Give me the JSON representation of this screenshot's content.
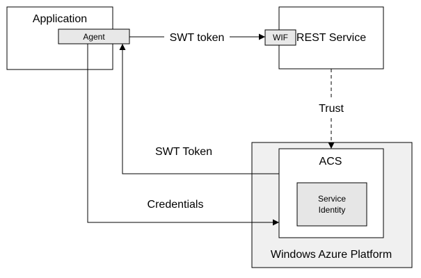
{
  "nodes": {
    "application": {
      "label": "Application"
    },
    "agent": {
      "label": "Agent"
    },
    "rest_service": {
      "label": "REST Service"
    },
    "wif": {
      "label": "WIF"
    },
    "azure_platform": {
      "label": "Windows Azure Platform"
    },
    "acs": {
      "label": "ACS"
    },
    "service_identity": {
      "line1": "Service",
      "line2": "Identity"
    }
  },
  "edges": {
    "swt_token_request": {
      "label": "SWT token"
    },
    "trust": {
      "label": "Trust"
    },
    "swt_token_response": {
      "label": "SWT Token"
    },
    "credentials": {
      "label": "Credentials"
    }
  },
  "colors": {
    "stroke": "#000000",
    "platform_fill": "#f0f0f0",
    "box_fill": "#ffffff",
    "chip_fill": "#e8e8e8",
    "identity_fill": "#e6e6e6"
  }
}
